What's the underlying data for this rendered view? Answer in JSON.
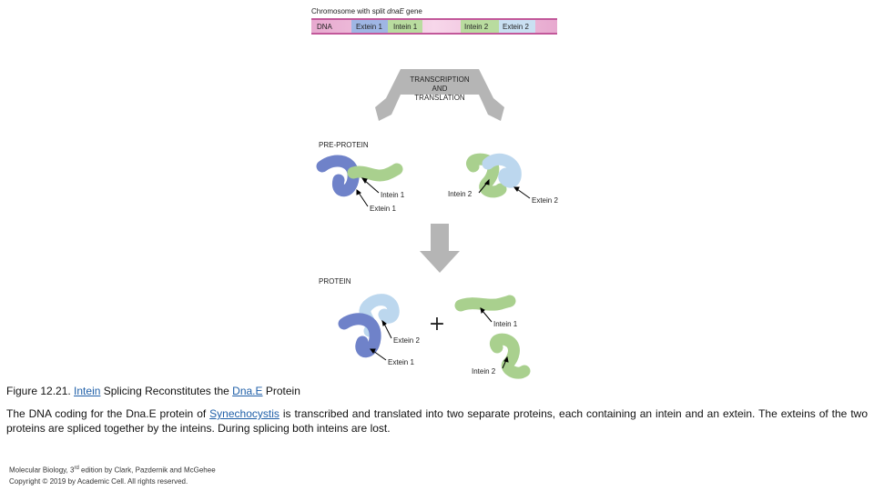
{
  "figure": {
    "gene_title_prefix": "Chromosome with split ",
    "gene_title_italic": "dnaE",
    "gene_title_suffix": " gene",
    "gene_segments": [
      "DNA",
      "Extein 1",
      "Intein 1",
      "Intein 2",
      "Extein 2"
    ],
    "transcription_lines": [
      "TRANSCRIPTION",
      "AND",
      "TRANSLATION"
    ],
    "preprotein_label": "PRE-PROTEIN",
    "protein_label": "PROTEIN",
    "pre_labels": {
      "intein1": "Intein 1",
      "extein1": "Extein 1",
      "intein2": "Intein 2",
      "extein2": "Extein 2"
    },
    "post_labels": {
      "extein2": "Extein 2",
      "extein1": "Extein 1",
      "intein1": "Intein 1",
      "intein2": "Intein 2"
    },
    "plus": "+",
    "colors": {
      "extein1": "#6f82c9",
      "intein": "#a9d08e",
      "extein2": "#bcd7ee",
      "arrow": "#b5b5b5"
    }
  },
  "caption": {
    "prefix": "Figure 12.21. ",
    "link1": "Intein",
    "middle": " Splicing Reconstitutes the ",
    "link2": "Dna.E",
    "suffix": " Protein"
  },
  "description": {
    "before": "The DNA coding for the Dna.E protein of ",
    "link": "Synechocystis",
    "after": " is transcribed and translated into two separate proteins, each containing an intein and an extein. The exteins of the two proteins are spliced together by the inteins. During splicing both inteins are lost."
  },
  "credit": {
    "line1_before": "Molecular Biology, 3",
    "line1_sup": "rd",
    "line1_after": " edition by Clark, Pazdernik and McGehee",
    "line2": "Copyright © 2019 by Academic Cell. All rights reserved."
  }
}
